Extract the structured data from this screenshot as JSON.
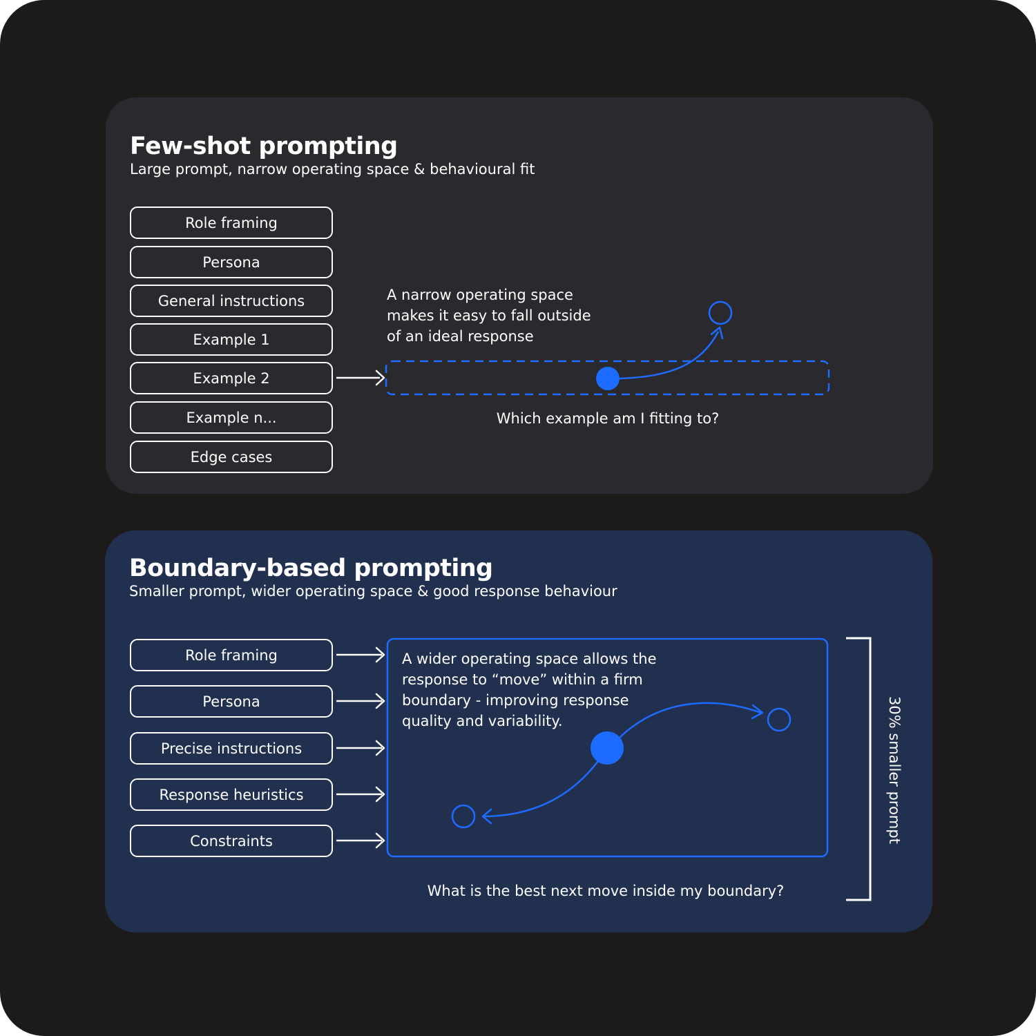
{
  "few_shot": {
    "title": "Few-shot prompting",
    "subtitle": "Large prompt, narrow operating space & behavioural fit",
    "items": [
      "Role framing",
      "Persona",
      "General instructions",
      "Example 1",
      "Example 2",
      "Example n...",
      "Edge cases"
    ],
    "annotation": [
      "A narrow operating space",
      "makes it easy to fall outside",
      "of an ideal response"
    ],
    "caption": "Which example am I fitting to?"
  },
  "boundary": {
    "title": "Boundary-based prompting",
    "subtitle": "Smaller prompt, wider operating space & good response behaviour",
    "items": [
      "Role framing",
      "Persona",
      "Precise instructions",
      "Response heuristics",
      "Constraints"
    ],
    "annotation": [
      "A wider operating space allows the",
      "response to “move” within a firm",
      "boundary - improving response",
      "quality and variability."
    ],
    "caption": "What is the best next move inside my boundary?",
    "bracket_label": "30% smaller prompt"
  },
  "colors": {
    "background": "#1c1b1a",
    "few_shot_card": "#2a2a2e",
    "boundary_card": "#22304f",
    "accent_blue": "#1e6bff",
    "white": "#ffffff"
  }
}
